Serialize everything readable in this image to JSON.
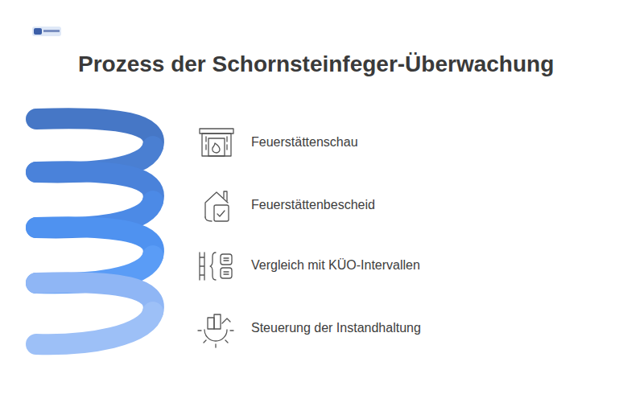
{
  "diagram": {
    "title": "Prozess der Schornsteinfeger-Überwachung",
    "labels": [
      "Feuerstättenschau",
      "Feuerstättenbescheid",
      "Vergleich mit KÜO-Intervallen",
      "Steuerung der Instandhaltung"
    ]
  }
}
